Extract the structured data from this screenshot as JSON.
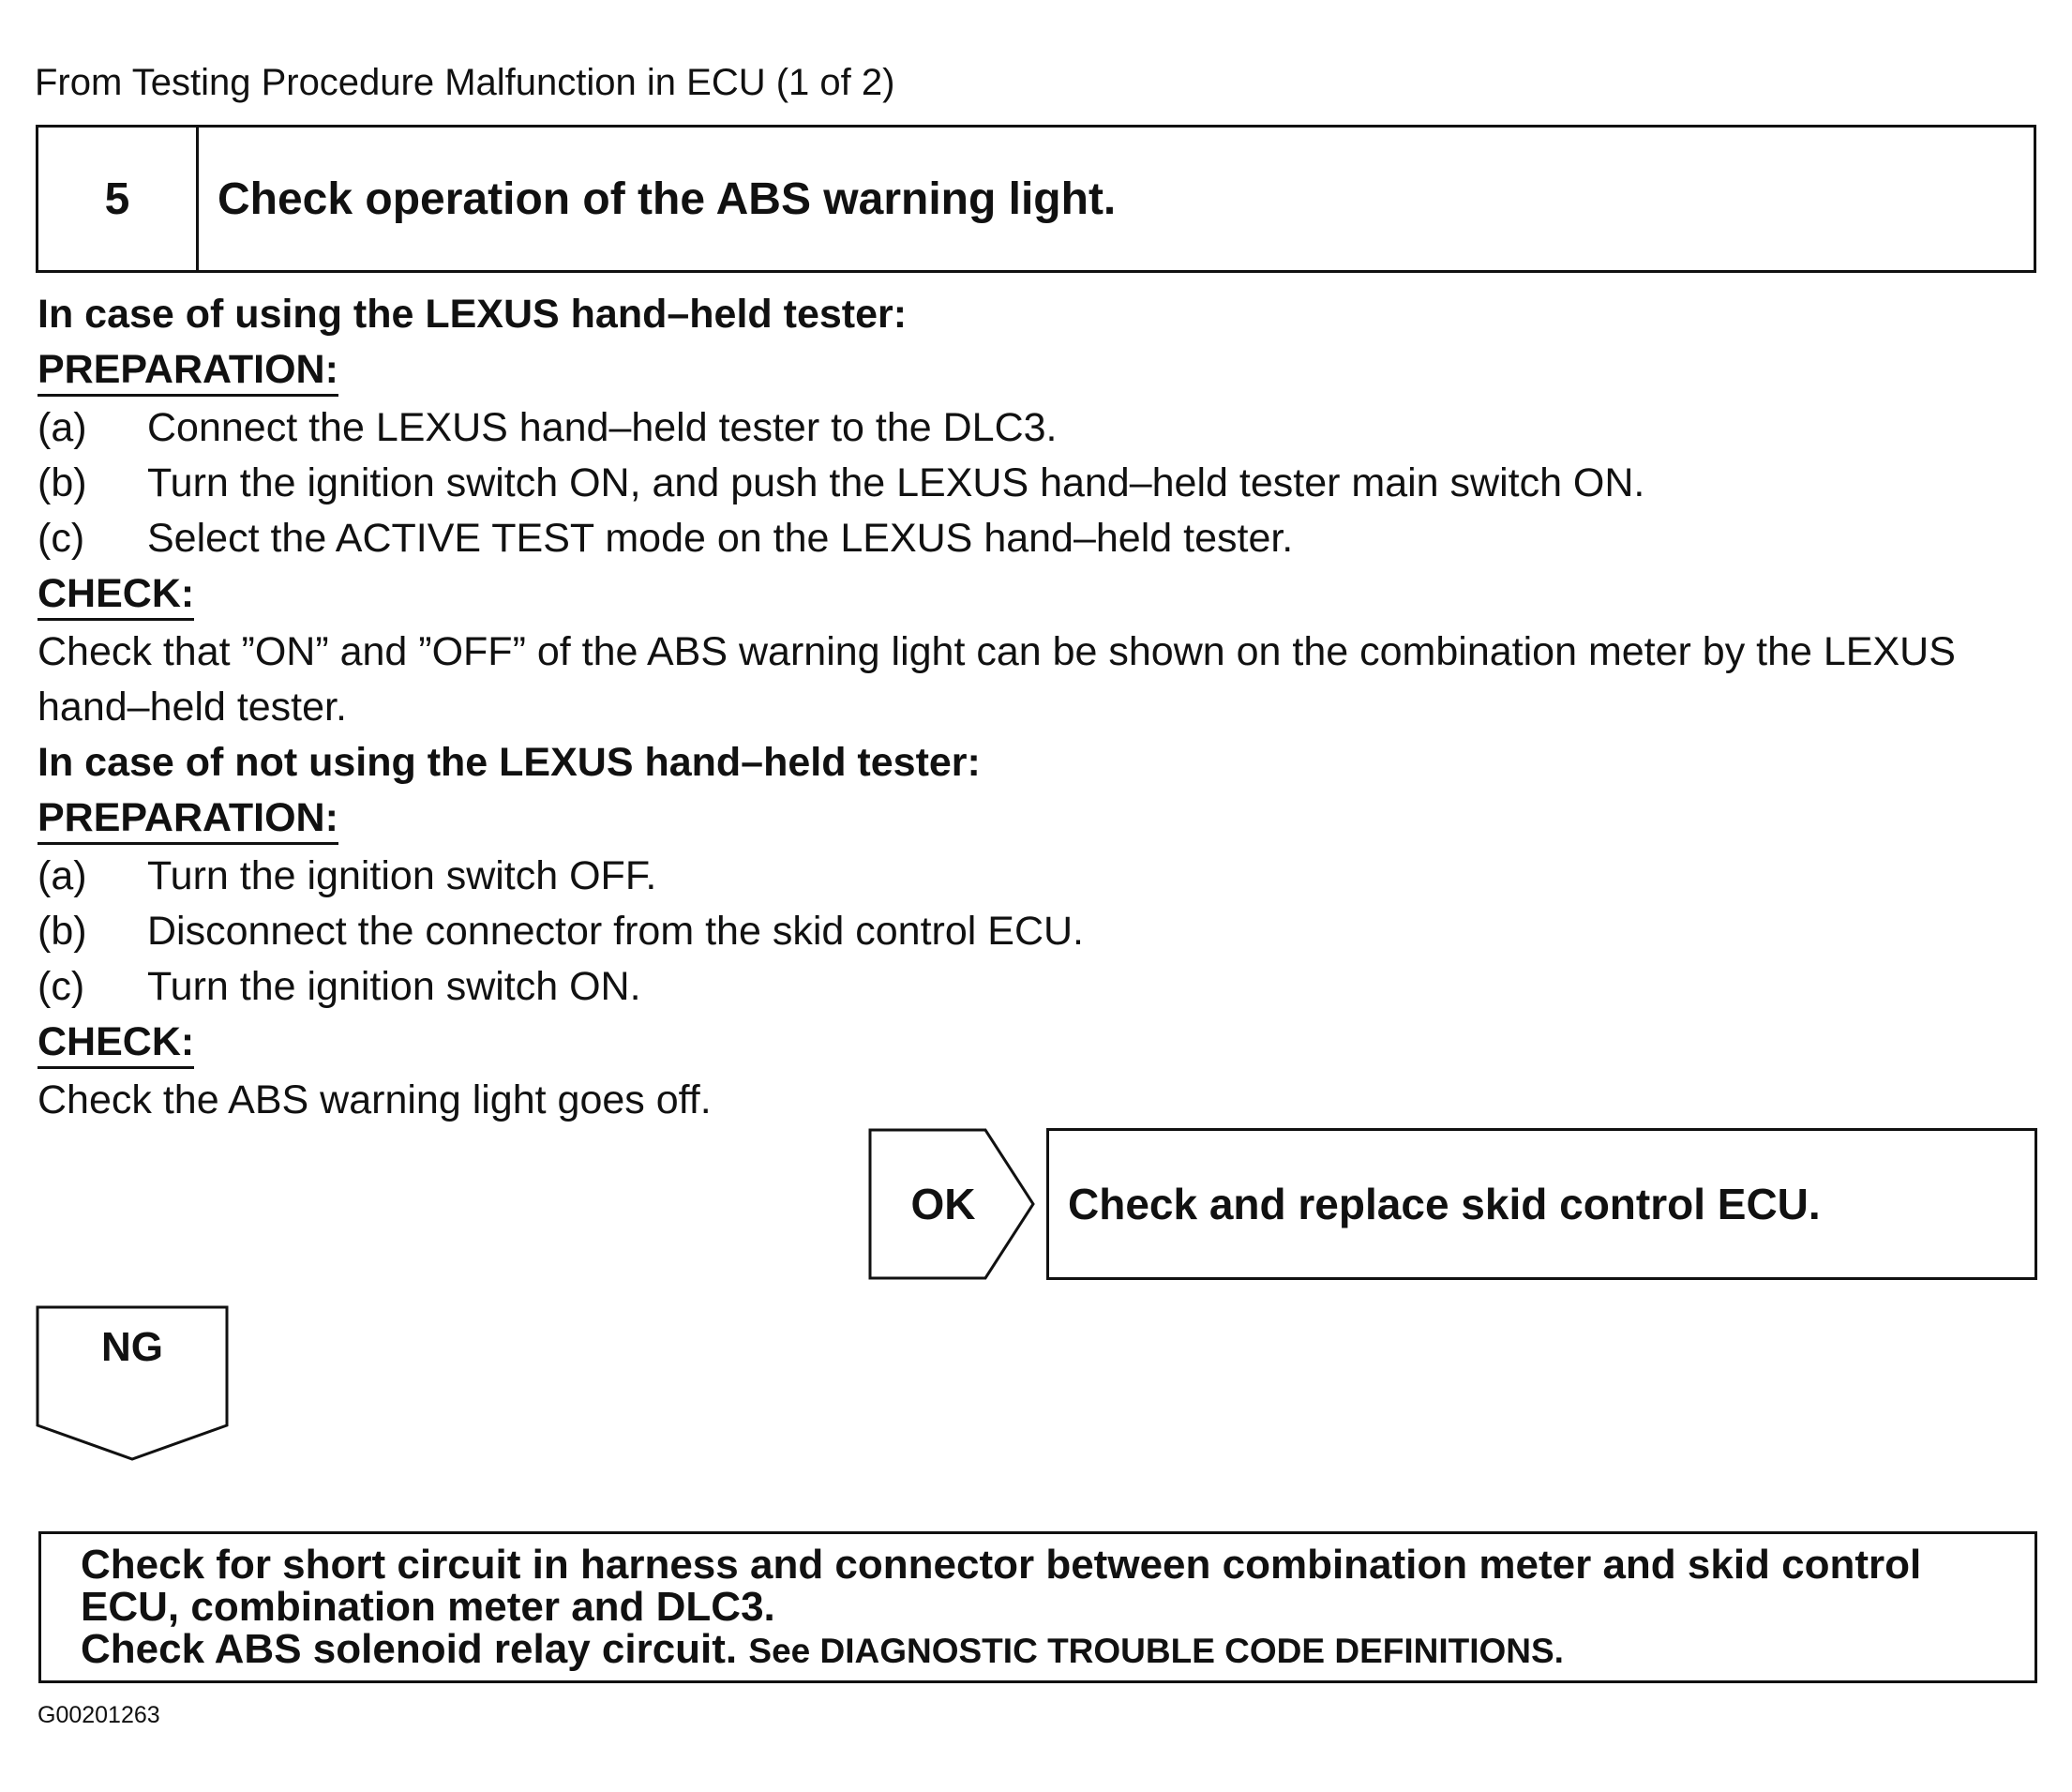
{
  "origin": "From Testing Procedure Malfunction in ECU (1 of 2)",
  "step": {
    "number": "5",
    "title": "Check operation of the ABS warning light."
  },
  "section1": {
    "case": "In case of using the LEXUS hand–held tester:",
    "prep_heading": "PREPARATION:",
    "items": [
      {
        "label": "(a)",
        "text": "Connect the LEXUS hand–held tester to the DLC3."
      },
      {
        "label": "(b)",
        "text": "Turn the ignition switch ON, and push the LEXUS hand–held tester main switch ON."
      },
      {
        "label": "(c)",
        "text": "Select the ACTIVE TEST mode on the LEXUS hand–held tester."
      }
    ],
    "check_heading": "CHECK:",
    "check_line1": "Check that ”ON” and ”OFF” of the ABS warning light can be shown on the combination meter by the LEXUS",
    "check_line2": "hand–held tester."
  },
  "section2": {
    "case": "In case of not using the LEXUS hand–held tester:",
    "prep_heading": "PREPARATION:",
    "items": [
      {
        "label": "(a)",
        "text": "Turn the ignition switch OFF."
      },
      {
        "label": "(b)",
        "text": "Disconnect the connector from the skid control ECU."
      },
      {
        "label": "(c)",
        "text": "Turn the ignition switch ON."
      }
    ],
    "check_heading": "CHECK:",
    "check_text": "Check the ABS warning light goes off."
  },
  "ok": {
    "label": "OK",
    "action": "Check and replace skid control ECU."
  },
  "ng": {
    "label": "NG"
  },
  "final": {
    "line1": "Check for short circuit in harness and connector between combination meter and skid control",
    "line2": "ECU, combination meter and DLC3.",
    "line3_bold": "Check ABS solenoid relay circuit.",
    "line3_ref": "See DIAGNOSTIC TROUBLE CODE DEFINITIONS."
  },
  "figure_id": "G00201263"
}
